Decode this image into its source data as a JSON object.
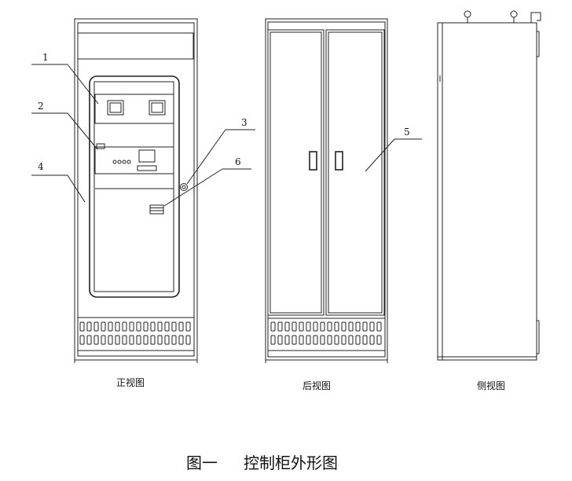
{
  "views": {
    "front": "正视图",
    "back": "后视图",
    "side": "侧视图"
  },
  "callouts": [
    "1",
    "2",
    "3",
    "4",
    "5",
    "6"
  ],
  "caption": {
    "number": "图一",
    "text": "控制柜外形图"
  }
}
